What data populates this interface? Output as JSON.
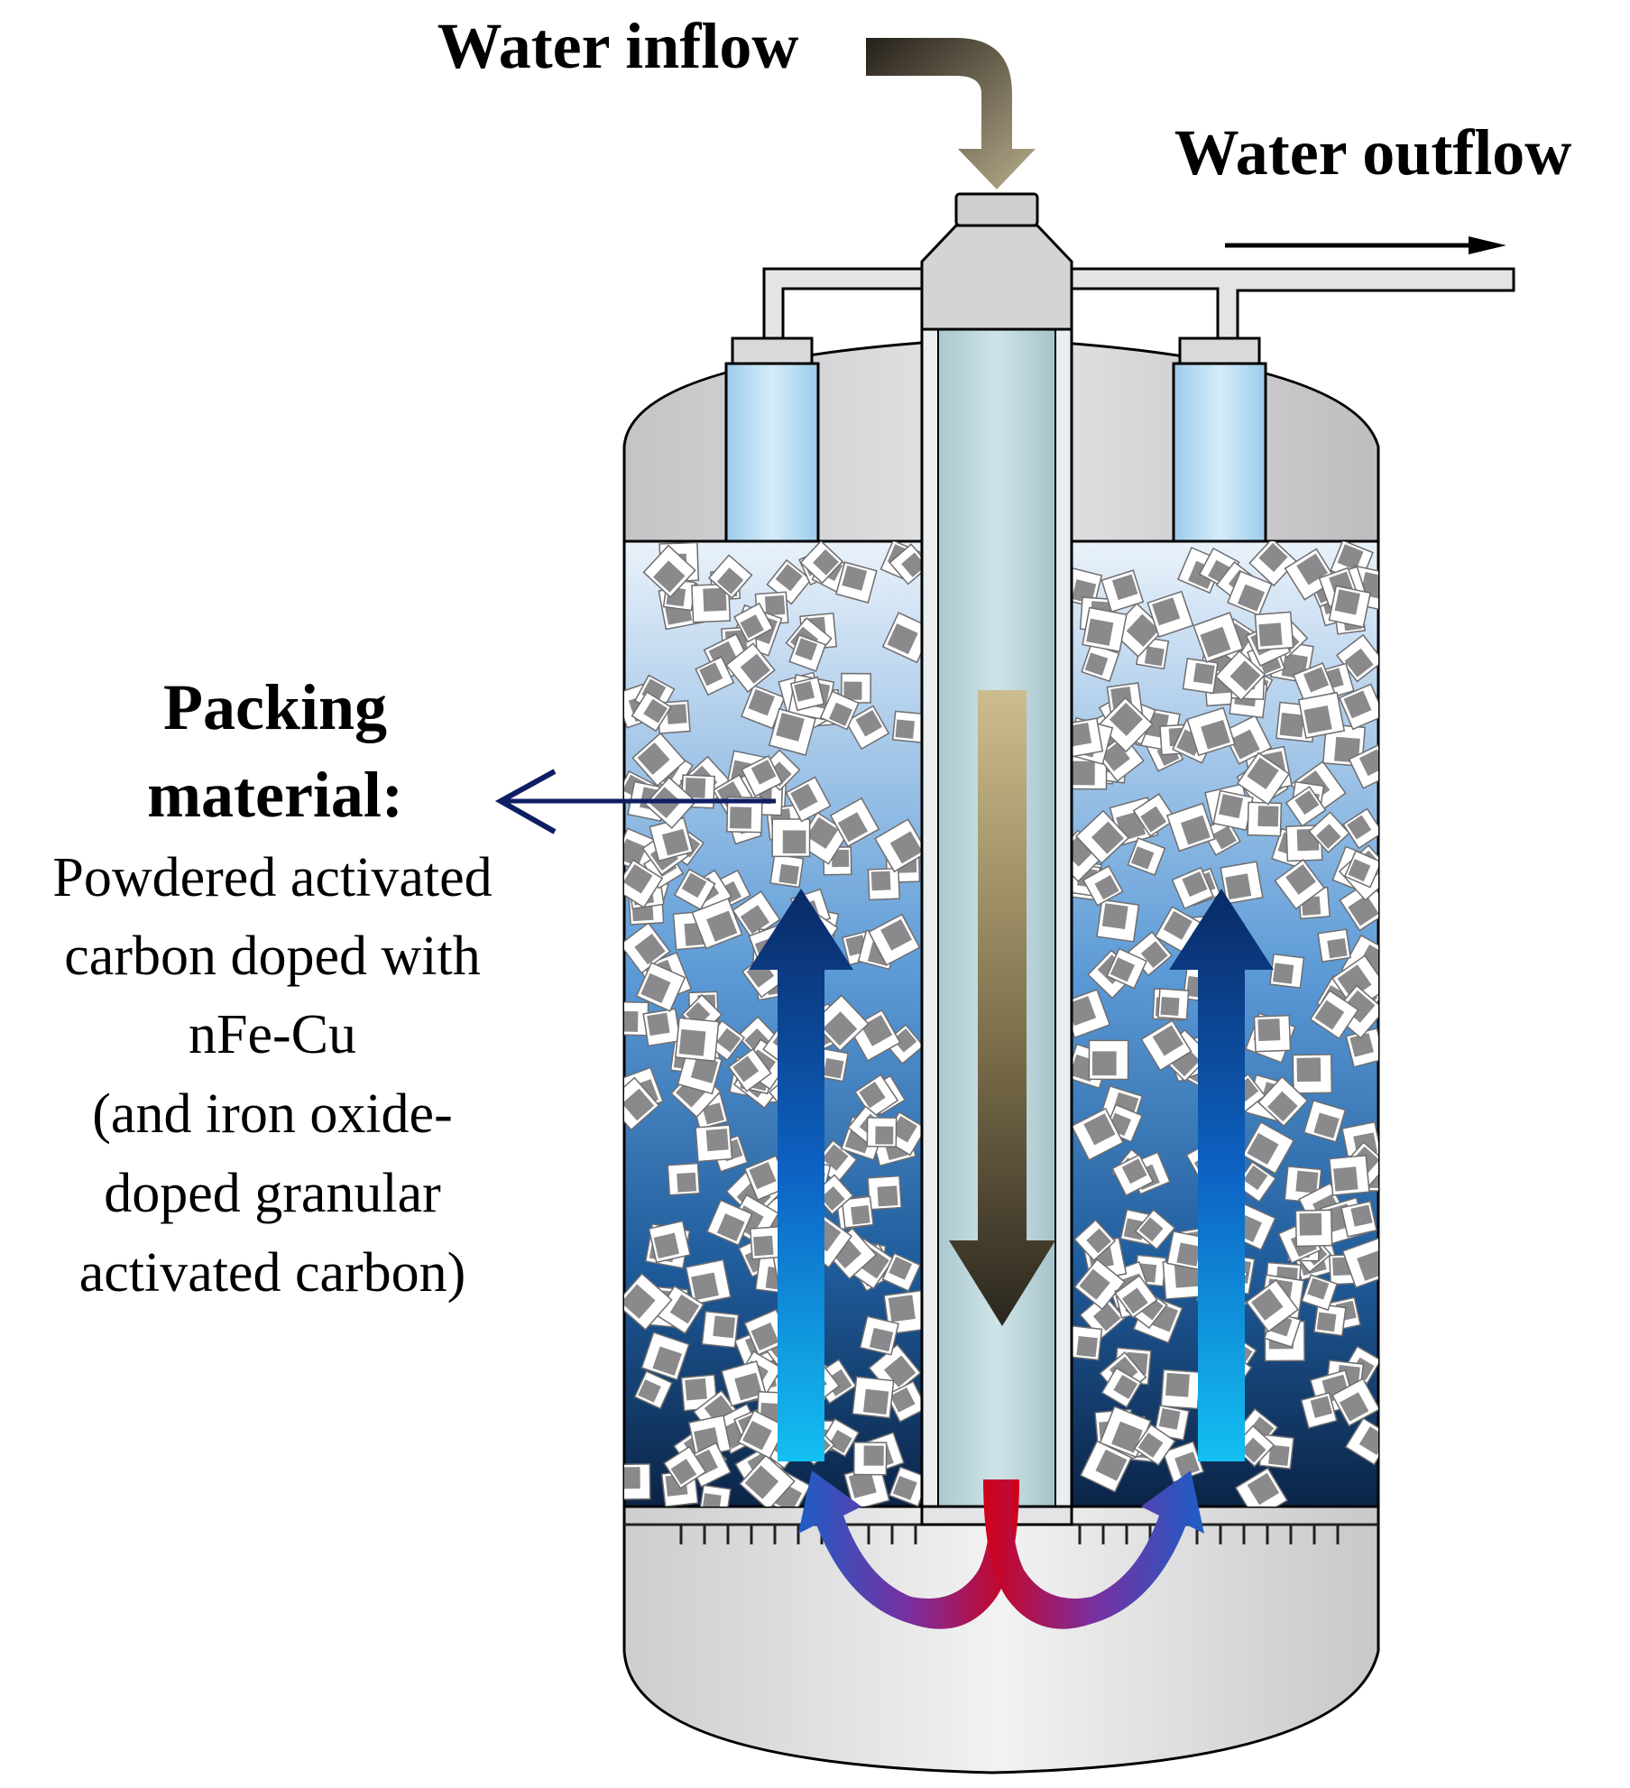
{
  "labels": {
    "inflow": "Water inflow",
    "outflow": "Water outflow",
    "packing_title_1": "Packing",
    "packing_title_2": "material:",
    "packing_desc": [
      "Powdered activated",
      "carbon doped with",
      "nFe-Cu",
      "(and iron oxide-",
      "doped granular",
      "activated carbon)"
    ]
  },
  "colors": {
    "vessel_gray": "#d4d4d6",
    "vessel_outline": "#000000",
    "water_top": "#e4eef8",
    "water_mid": "#4a8fd0",
    "water_bottom": "#0b2447",
    "center_tube": "#b8d3da",
    "side_tube": "#b9dcf2",
    "up_arrow_top": "#0a2d6b",
    "up_arrow_bottom": "#0fb4f0",
    "down_arrow_top": "#c9b98b",
    "down_arrow_bottom": "#2d2a22",
    "inflow_arrow_start": "#2a2417",
    "inflow_arrow_end": "#b3a98a",
    "pointer_arrow": "#0e1e63",
    "curved_red": "#d10018",
    "curved_blue": "#1d5ec6",
    "particle": "#8a8a8a"
  },
  "icons": [
    "up-flow-arrow",
    "down-flow-arrow",
    "inflow-arrow",
    "outflow-arrow",
    "pointer-arrow",
    "recirculation-arrow"
  ]
}
